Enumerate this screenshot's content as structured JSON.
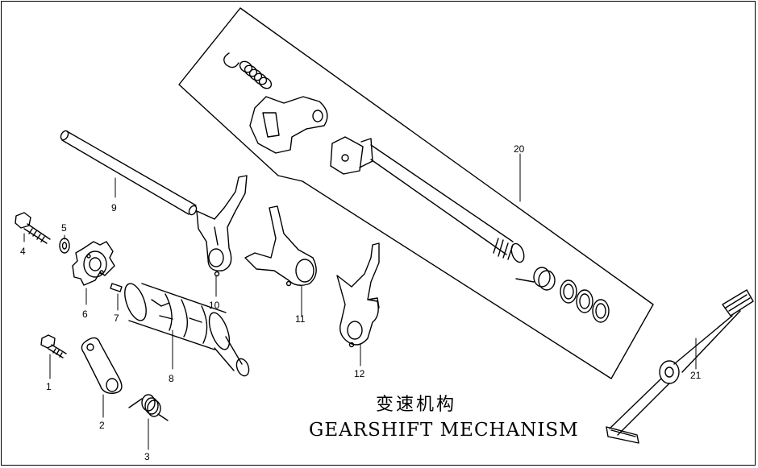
{
  "diagram": {
    "title_cn": "变速机构",
    "title_en": "GEARSHIFT MECHANISM",
    "callouts": [
      "1",
      "2",
      "3",
      "4",
      "5",
      "6",
      "7",
      "8",
      "9",
      "10",
      "11",
      "12",
      "20",
      "21"
    ]
  }
}
